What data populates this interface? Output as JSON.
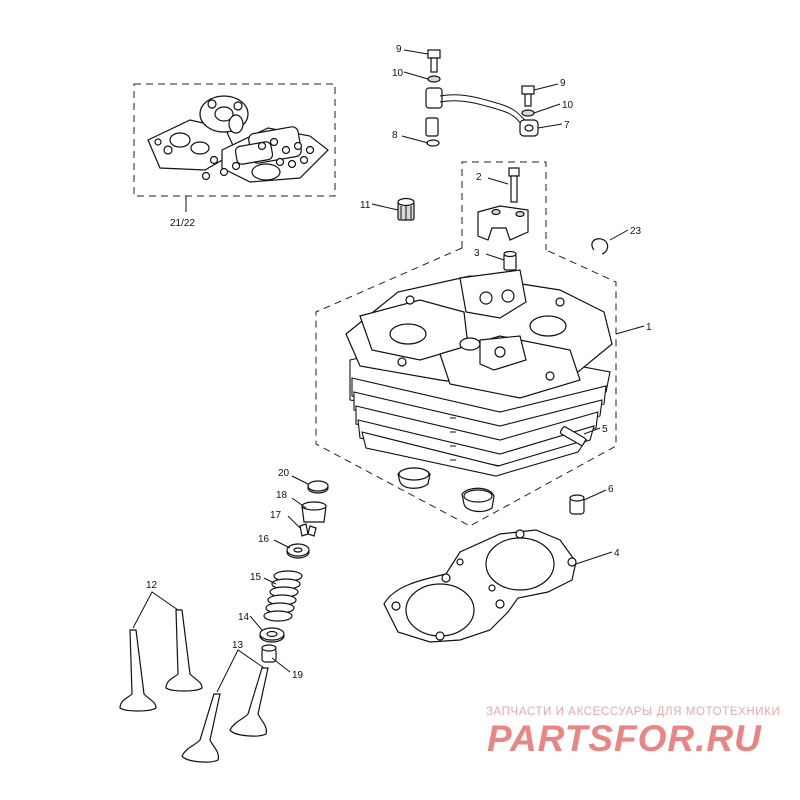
{
  "callouts": {
    "c1": "1",
    "c2": "2",
    "c3": "3",
    "c4": "4",
    "c5": "5",
    "c6": "6",
    "c7": "7",
    "c8": "8",
    "c9a": "9",
    "c9b": "9",
    "c10a": "10",
    "c10b": "10",
    "c11": "11",
    "c12": "12",
    "c13": "13",
    "c14": "14",
    "c15": "15",
    "c16": "16",
    "c17": "17",
    "c18": "18",
    "c19": "19",
    "c20": "20",
    "c21_22": "21/22",
    "c23": "23"
  },
  "watermark": {
    "caption": "ЗАПЧАСТИ И АКСЕССУАРЫ ДЛЯ МОТОТЕХНИКИ",
    "logo": "PARTSFOR.RU",
    "logo_color": "#e98585",
    "caption_color": "#e7a9a9"
  }
}
